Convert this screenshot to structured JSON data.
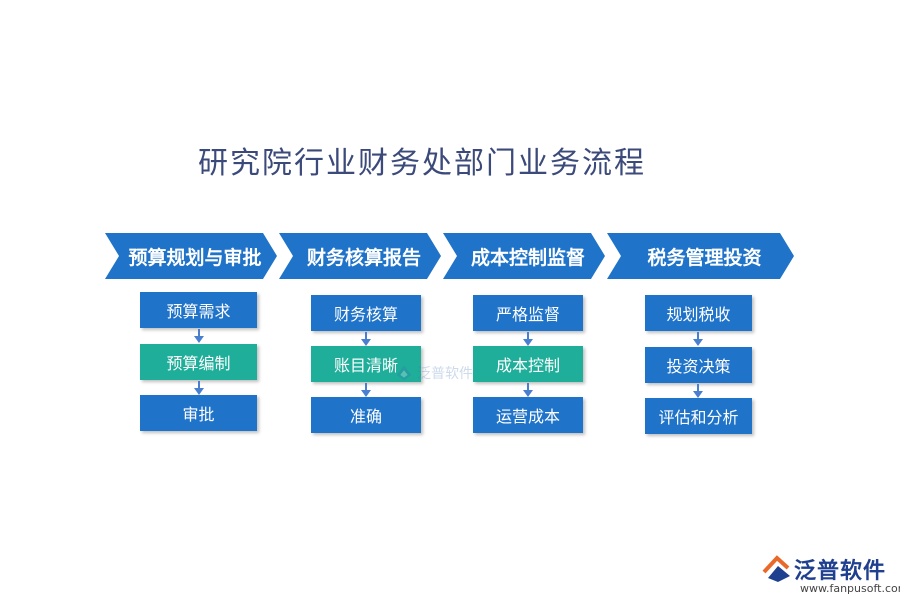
{
  "title": "研究院行业财务处部门业务流程",
  "stages": [
    {
      "label": "预算规划与审批",
      "steps": [
        "预算需求",
        "预算编制",
        "审批"
      ]
    },
    {
      "label": "财务核算报告",
      "steps": [
        "财务核算",
        "账目清晰",
        "准确"
      ]
    },
    {
      "label": "成本控制监督",
      "steps": [
        "严格监督",
        "成本控制",
        "运营成本"
      ]
    },
    {
      "label": "税务管理投资",
      "steps": [
        "规划税收",
        "投资决策",
        "评估和分析"
      ]
    }
  ],
  "watermark": {
    "center_text": "泛普软件",
    "brand": "泛普软件",
    "url": "www.fanpusoft.com"
  },
  "colors": {
    "chevron": "#1f73c9",
    "box_blue": "#1f73c9",
    "box_teal": "#1fae9a",
    "title": "#3b4a7a",
    "arrow": "#4a7fd0"
  }
}
